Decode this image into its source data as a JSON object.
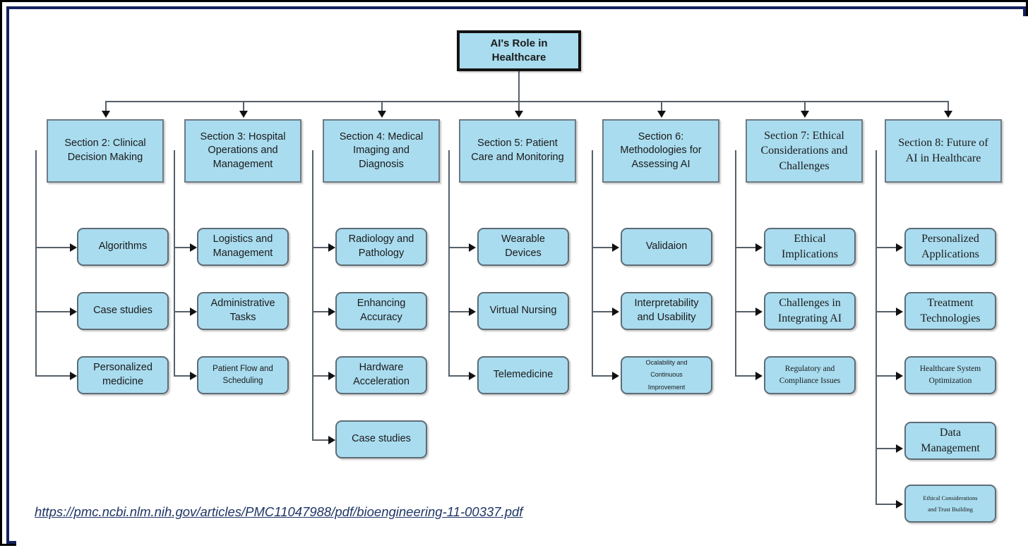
{
  "frame": {
    "outer_border_color": "#000000",
    "inner_border_color": "#15215e",
    "background": "#ffffff"
  },
  "theme": {
    "node_fill": "#a9dcef",
    "node_border": "#6e7b85",
    "root_border": "#131313",
    "connector_color": "#56606a",
    "arrow_color": "#111111",
    "caption_color": "#1f3566"
  },
  "diagram": {
    "type": "hierarchy-tree",
    "title": "AI's Role in Healthcare",
    "root": {
      "label": "AI's Role in\nHealthcare"
    },
    "columns": [
      {
        "id": "section-2",
        "section": {
          "label": "Section 2: Clinical\nDecision Making"
        },
        "children": [
          {
            "label": "Algorithms"
          },
          {
            "label": "Case studies"
          },
          {
            "label": "Personalized\nmedicine"
          }
        ]
      },
      {
        "id": "section-3",
        "section": {
          "label": "Section 3: Hospital\nOperations and\nManagement"
        },
        "children": [
          {
            "label": "Logistics and\nManagement"
          },
          {
            "label": "Administrative\nTasks"
          },
          {
            "label": "Patient Flow and\nScheduling"
          }
        ]
      },
      {
        "id": "section-4",
        "section": {
          "label": "Section 4: Medical\nImaging and\nDiagnosis"
        },
        "children": [
          {
            "label": "Radiology and\nPathology"
          },
          {
            "label": "Enhancing\nAccuracy"
          },
          {
            "label": "Hardware\nAcceleration"
          },
          {
            "label": "Case studies"
          }
        ]
      },
      {
        "id": "section-5",
        "section": {
          "label": "Section 5: Patient\nCare and Monitoring"
        },
        "children": [
          {
            "label": "Wearable\nDevices"
          },
          {
            "label": "Virtual Nursing"
          },
          {
            "label": "Telemedicine"
          }
        ]
      },
      {
        "id": "section-6",
        "section": {
          "label": "Section 6:\nMethodologies for\nAssessing AI"
        },
        "children": [
          {
            "label": "Validaion"
          },
          {
            "label": "Interpretability\nand Usability"
          },
          {
            "label": "Ocalability and\nContinuous\nImprovement"
          }
        ]
      },
      {
        "id": "section-7",
        "section": {
          "label": "Section 7: Ethical\nConsiderations and\nChallenges"
        },
        "children": [
          {
            "label": "Ethical\nImplications"
          },
          {
            "label": "Challenges in\nIntegrating AI"
          },
          {
            "label": "Regulatory and\nCompliance Issues"
          }
        ]
      },
      {
        "id": "section-8",
        "section": {
          "label": "Section 8: Future of\nAI in Healthcare"
        },
        "children": [
          {
            "label": "Personalized\nApplications"
          },
          {
            "label": "Treatment\nTechnologies"
          },
          {
            "label": "Healthcare System\nOptimization"
          },
          {
            "label": "Data\nManagement"
          },
          {
            "label": "Ethical Considerations\nand Trust Building"
          }
        ]
      }
    ]
  },
  "caption": {
    "url_text": "https://pmc.ncbi.nlm.nih.gov/articles/PMC11047988/pdf/bioengineering-11-00337.pdf"
  }
}
